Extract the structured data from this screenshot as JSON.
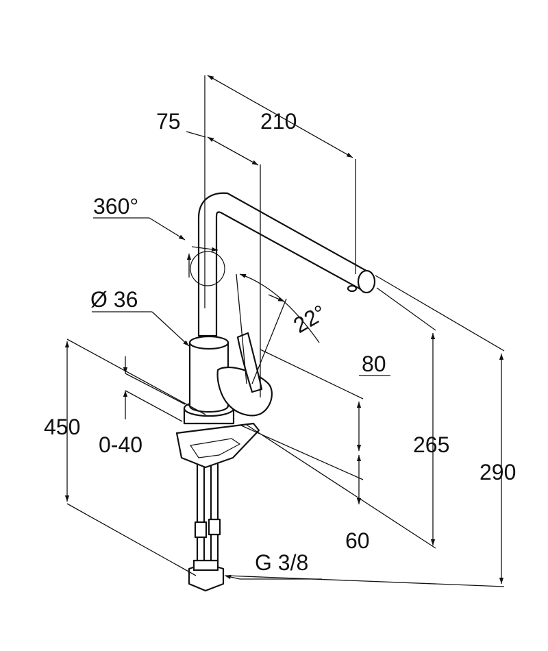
{
  "dimensions": {
    "reach_to_body": "75",
    "reach_total": "210",
    "swivel_angle": "360°",
    "body_diameter": "Ø 36",
    "lever_angle": "22°",
    "hose_length": "450",
    "counter_thickness": "0-40",
    "lever_offset_upper": "80",
    "lever_offset_lower": "60",
    "spout_height": "265",
    "total_height": "290",
    "connection_thread": "G 3/8"
  },
  "colors": {
    "line": "#111111",
    "background": "#ffffff"
  }
}
